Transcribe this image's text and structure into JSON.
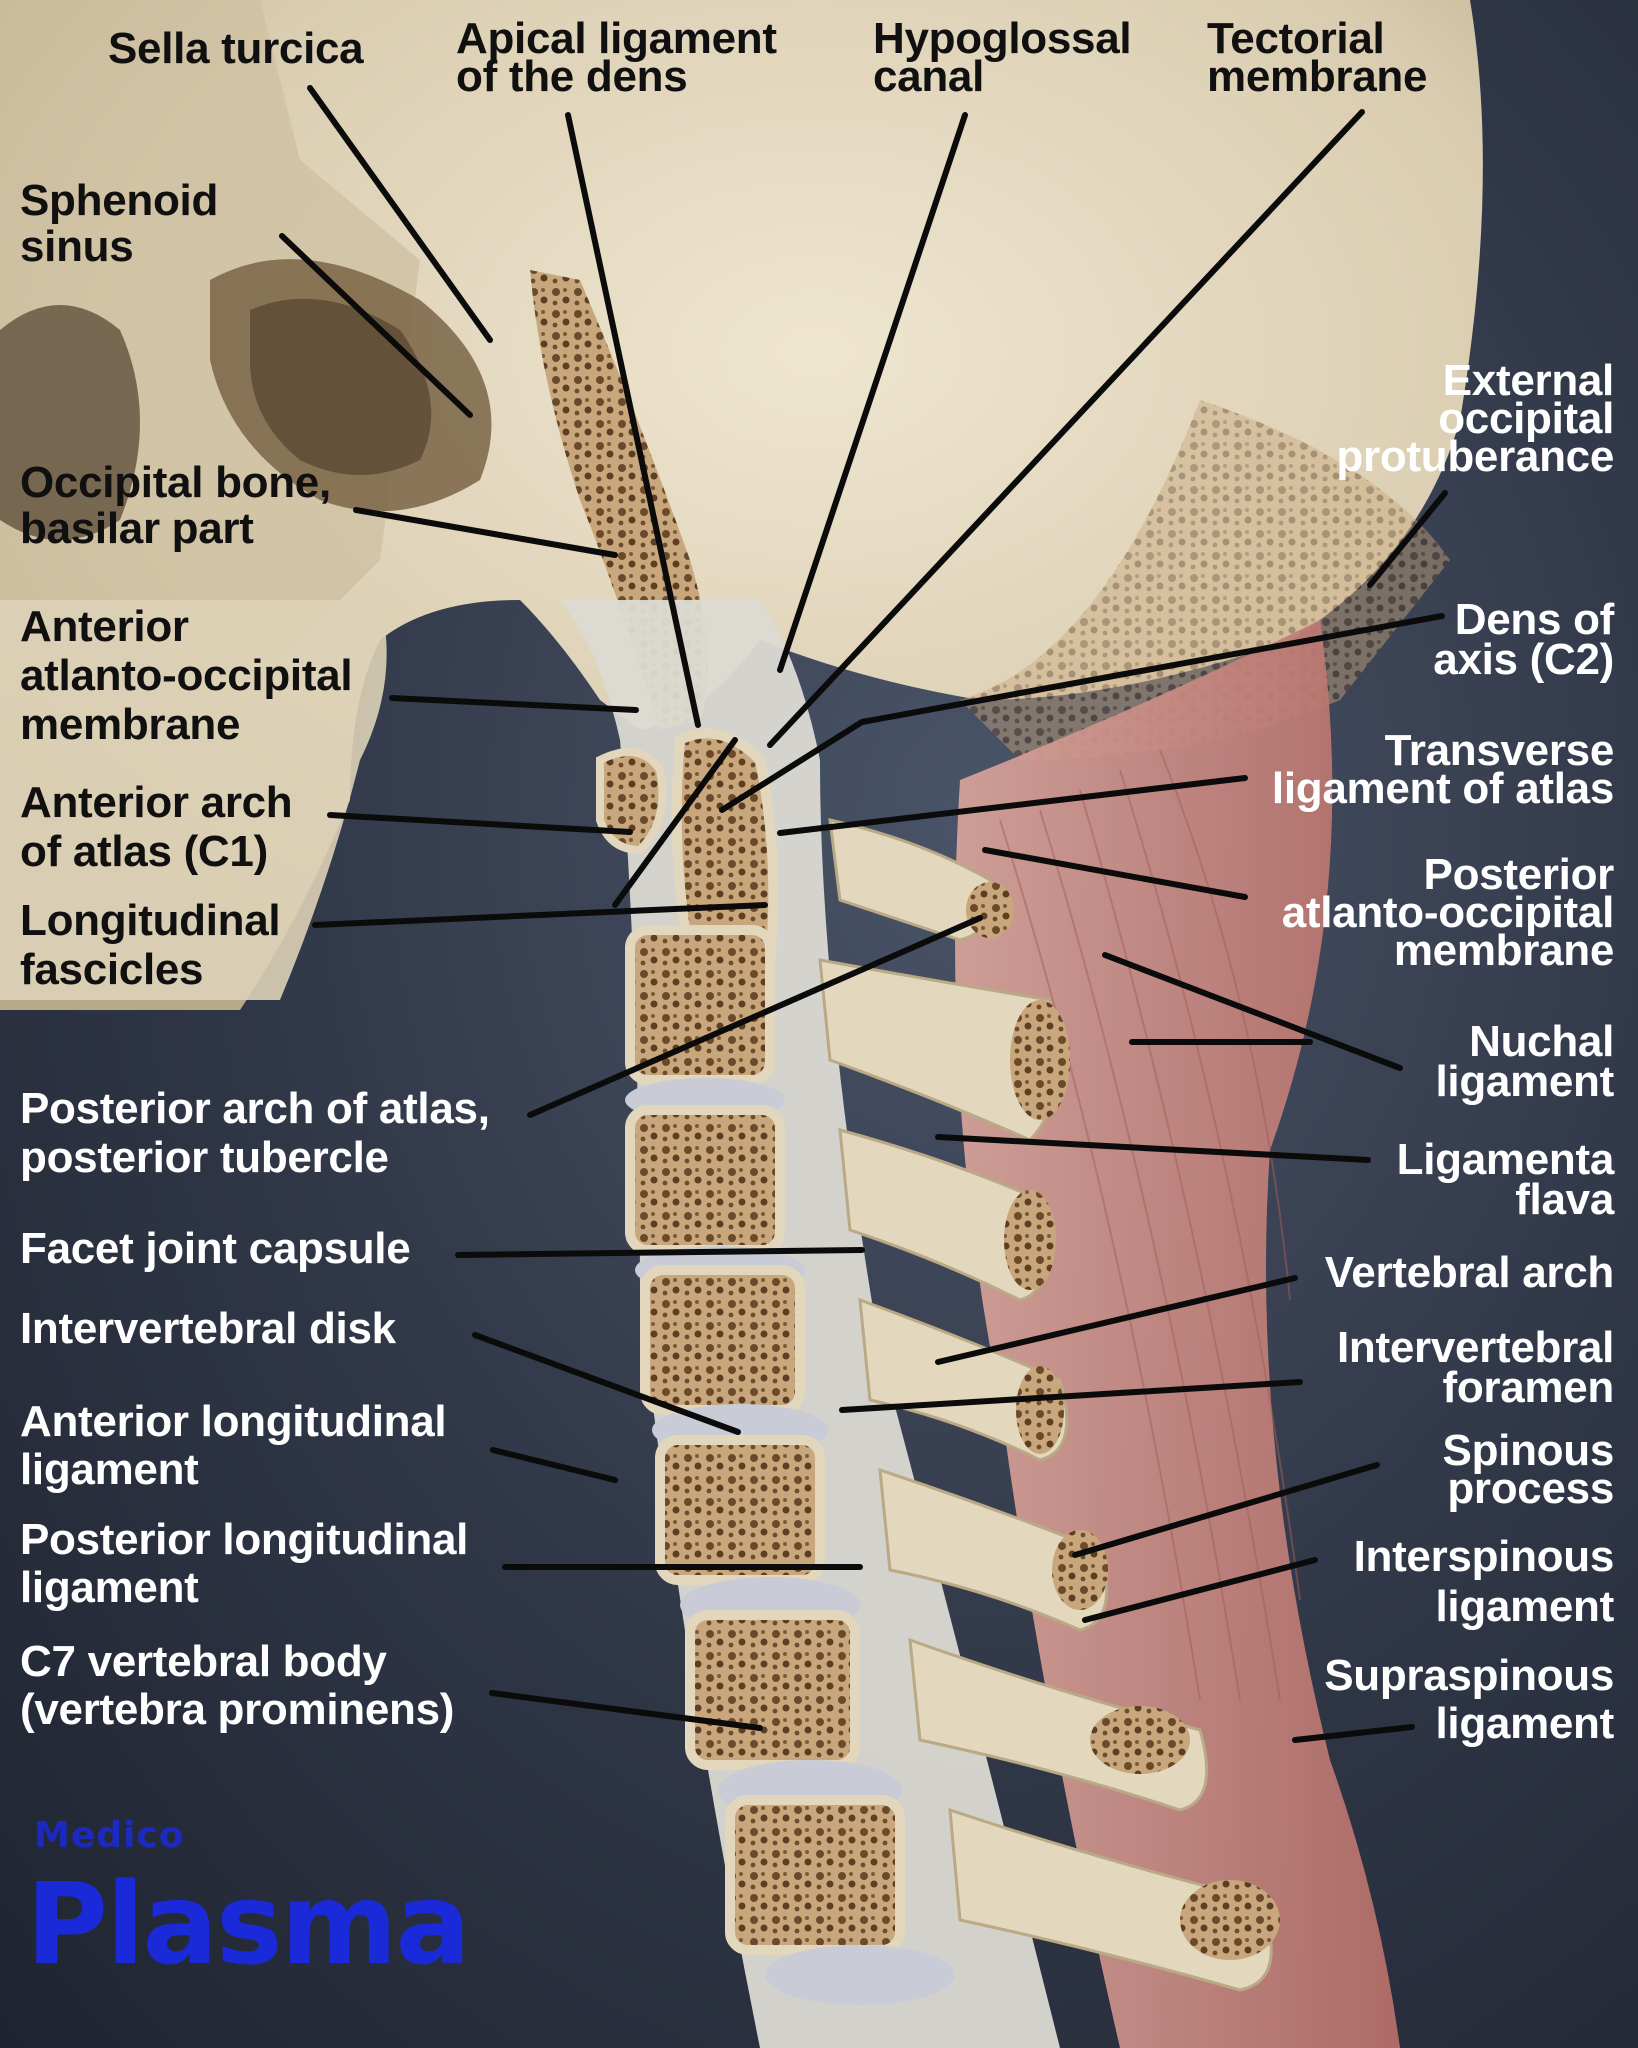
{
  "labels_left": [
    "Sphenoid\nsinus",
    "Occipital bone,\nbasilar part",
    "Anterior\natlanto-occipital\nmembrane",
    "Anterior arch\nof atlas (C1)",
    "Longitudinal\nfascicles",
    "Posterior arch of atlas,\nposterior tubercle",
    "Facet joint capsule",
    "Intervertebral disk",
    "Anterior longitudinal\nligament",
    "Posterior longitudinal\nligament",
    "C7 vertebral body\n(vertebra prominens)"
  ],
  "labels_top": [
    "Sella turcica",
    "Apical ligament\nof the dens",
    "Hypoglossal\ncanal",
    "Tectorial\nmembrane"
  ],
  "labels_right": [
    "External\noccipital\nprotuberance",
    "Dens of\naxis (C2)",
    "Transverse\nligament of atlas",
    "Posterior\natlanto-occipital\nmembrane",
    "Nuchal\nligament",
    "Ligamenta\nflava",
    "Vertebral arch",
    "Intervertebral\nforamen",
    "Spinous\nprocess",
    "Interspinous\nligament",
    "Supraspinous\nligament"
  ],
  "brand": {
    "small": "Medico",
    "big": "Plasma"
  },
  "colors": {
    "bone": "#e6dcc4",
    "marrow": "#7a5a3a",
    "disk": "#c9ccd6",
    "ligament": "#d8d6cf",
    "muscle": "#c98d86",
    "brand": "#1a2ad8"
  }
}
